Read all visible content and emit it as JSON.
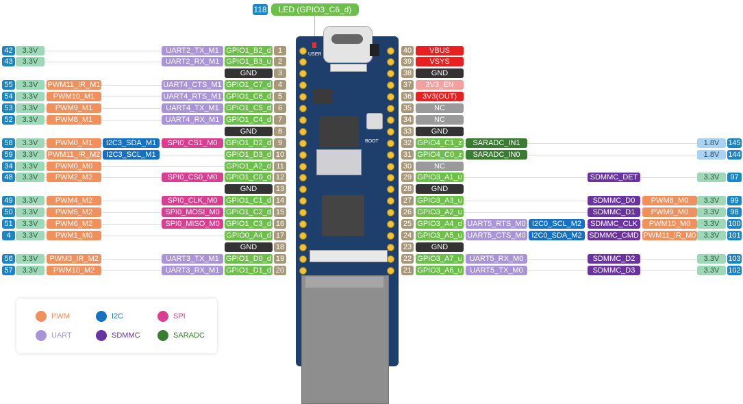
{
  "colors": {
    "v33": "#9fd8b8",
    "v18": "#a9d3f1",
    "pwm": "#f0905c",
    "uart": "#a894d6",
    "gpio": "#6cc04a",
    "gnd": "#333333",
    "pin": "#a8987a",
    "num": "#1a86c8",
    "i2c": "#1670c4",
    "spi": "#d93f90",
    "sdmmc": "#6a34a0",
    "saradc": "#3a7d32",
    "vbus": "#e82020",
    "en": "#f4a0a0",
    "nc": "#9a9a9a",
    "board": "#1e3f6b"
  },
  "top": {
    "number": "118",
    "label": "LED (GPIO3_C6_d)"
  },
  "board": {
    "user_label": "USER",
    "boot_label": "BOOT"
  },
  "legend": [
    {
      "label": "PWM",
      "color": "#f0905c"
    },
    {
      "label": "I2C",
      "color": "#1670c4"
    },
    {
      "label": "SPI",
      "color": "#d93f90"
    },
    {
      "label": "UART",
      "color": "#a894d6"
    },
    {
      "label": "SDMMC",
      "color": "#6a34a0"
    },
    {
      "label": "SARADC",
      "color": "#3a7d32"
    }
  ],
  "left_rows": [
    {
      "pin": "1",
      "gpio": "GPIO1_B2_d",
      "num": "42",
      "v": "3.3V",
      "uart": "UART2_TX_M1"
    },
    {
      "pin": "2",
      "gpio": "GPIO1_B3_u",
      "num": "43",
      "v": "3.3V",
      "uart": "UART2_RX_M1"
    },
    {
      "pin": "3",
      "gnd": "GND"
    },
    {
      "pin": "4",
      "gpio": "GPIO1_C7_d",
      "num": "55",
      "v": "3.3V",
      "pwm": "PWM11_IR_M1",
      "uart": "UART4_CTS_M1"
    },
    {
      "pin": "5",
      "gpio": "GPIO1_C6_d",
      "num": "54",
      "v": "3.3V",
      "pwm": "PWM10_M1",
      "uart": "UART4_RTS_M1"
    },
    {
      "pin": "6",
      "gpio": "GPIO1_C5_d",
      "num": "53",
      "v": "3.3V",
      "pwm": "PWM9_M1",
      "uart": "UART4_TX_M1"
    },
    {
      "pin": "7",
      "gpio": "GPIO1_C4_d",
      "num": "52",
      "v": "3.3V",
      "pwm": "PWM8_M1",
      "uart": "UART4_RX_M1"
    },
    {
      "pin": "8",
      "gnd": "GND"
    },
    {
      "pin": "9",
      "gpio": "GPIO1_D2_d",
      "num": "58",
      "v": "3.3V",
      "pwm": "PWM0_M1",
      "i2c": "I2C3_SDA_M1",
      "spi": "SPI0_CS1_M0"
    },
    {
      "pin": "10",
      "gpio": "GPIO1_D3_d",
      "num": "59",
      "v": "3.3V",
      "pwm": "PWM11_IR_M2",
      "i2c": "I2C3_SCL_M1"
    },
    {
      "pin": "11",
      "gpio": "GPIO1_A2_d",
      "num": "34",
      "v": "3.3V",
      "pwm": "PWM0_M0"
    },
    {
      "pin": "12",
      "gpio": "GPIO1_C0_d",
      "num": "48",
      "v": "3.3V",
      "pwm": "PWM2_M2",
      "spi": "SPI0_CS0_M0"
    },
    {
      "pin": "13",
      "gnd": "GND"
    },
    {
      "pin": "14",
      "gpio": "GPIO1_C1_d",
      "num": "49",
      "v": "3.3V",
      "pwm": "PWM4_M2",
      "spi": "SPI0_CLK_M0"
    },
    {
      "pin": "15",
      "gpio": "GPIO1_C2_d",
      "num": "50",
      "v": "3.3V",
      "pwm": "PWM5_M2",
      "spi": "SPI0_MOSI_M0"
    },
    {
      "pin": "16",
      "gpio": "GPIO1_C3_d",
      "num": "51",
      "v": "3.3V",
      "pwm": "PWM6_M2",
      "spi": "SPI0_MISO_M0"
    },
    {
      "pin": "17",
      "gpio": "GPIO0_A4_d",
      "num": "4",
      "v": "3.3V",
      "pwm": "PWM1_M0"
    },
    {
      "pin": "18",
      "gnd": "GND"
    },
    {
      "pin": "19",
      "gpio": "GPIO1_D0_d",
      "num": "56",
      "v": "3.3V",
      "pwm": "PWM3_IR_M2",
      "uart": "UART3_TX_M1"
    },
    {
      "pin": "20",
      "gpio": "GPIO1_D1_d",
      "num": "57",
      "v": "3.3V",
      "pwm": "PWM10_M2",
      "uart": "UART3_RX_M1"
    }
  ],
  "right_rows": [
    {
      "pin": "40",
      "power": "VBUS",
      "ptype": "vbus"
    },
    {
      "pin": "39",
      "power": "VSYS",
      "ptype": "vbus"
    },
    {
      "pin": "38",
      "gnd": "GND"
    },
    {
      "pin": "37",
      "power": "3V3_EN",
      "ptype": "en"
    },
    {
      "pin": "36",
      "power": "3V3(OUT)",
      "ptype": "vbus"
    },
    {
      "pin": "35",
      "power": "NC",
      "ptype": "nc"
    },
    {
      "pin": "34",
      "power": "NC",
      "ptype": "nc"
    },
    {
      "pin": "33",
      "gnd": "GND"
    },
    {
      "pin": "32",
      "gpio": "GPIO4_C1_z",
      "saradc": "SARADC_IN1",
      "v": "1.8V",
      "vtype": "v18",
      "num": "145"
    },
    {
      "pin": "31",
      "gpio": "GPIO4_C0_z",
      "saradc": "SARADC_IN0",
      "v": "1.8V",
      "vtype": "v18",
      "num": "144"
    },
    {
      "pin": "30",
      "power": "NC",
      "ptype": "nc"
    },
    {
      "pin": "29",
      "gpio": "GPIO3_A1_u",
      "sdmmc": "SDMMC_DET",
      "v": "3.3V",
      "num": "97"
    },
    {
      "pin": "28",
      "gnd": "GND"
    },
    {
      "pin": "27",
      "gpio": "GPIO3_A3_u",
      "sdmmc": "SDMMC_D0",
      "pwm": "PWM8_M0",
      "v": "3.3V",
      "num": "99"
    },
    {
      "pin": "26",
      "gpio": "GPIO3_A2_u",
      "sdmmc": "SDMMC_D1",
      "pwm": "PWM9_M0",
      "v": "3.3V",
      "num": "98"
    },
    {
      "pin": "25",
      "gpio": "GPIO3_A4_d",
      "uart": "UART5_RTS_M0",
      "i2c": "I2C0_SCL_M2",
      "sdmmc": "SDMMC_CLK",
      "pwm": "PWM10_M0",
      "v": "3.3V",
      "num": "100"
    },
    {
      "pin": "24",
      "gpio": "GPIO3_A5_u",
      "uart": "UART5_CTS_M0",
      "i2c": "I2C0_SDA_M2",
      "sdmmc": "SDMMC_CMD",
      "pwm": "PWM11_IR_M0",
      "v": "3.3V",
      "num": "101"
    },
    {
      "pin": "23",
      "gnd": "GND"
    },
    {
      "pin": "22",
      "gpio": "GPIO3_A7_u",
      "uart": "UART5_RX_M0",
      "sdmmc": "SDMMC_D2",
      "v": "3.3V",
      "num": "103"
    },
    {
      "pin": "21",
      "gpio": "GPIO3_A6_u",
      "uart": "UART5_TX_M0",
      "sdmmc": "SDMMC_D3",
      "v": "3.3V",
      "num": "102"
    }
  ]
}
